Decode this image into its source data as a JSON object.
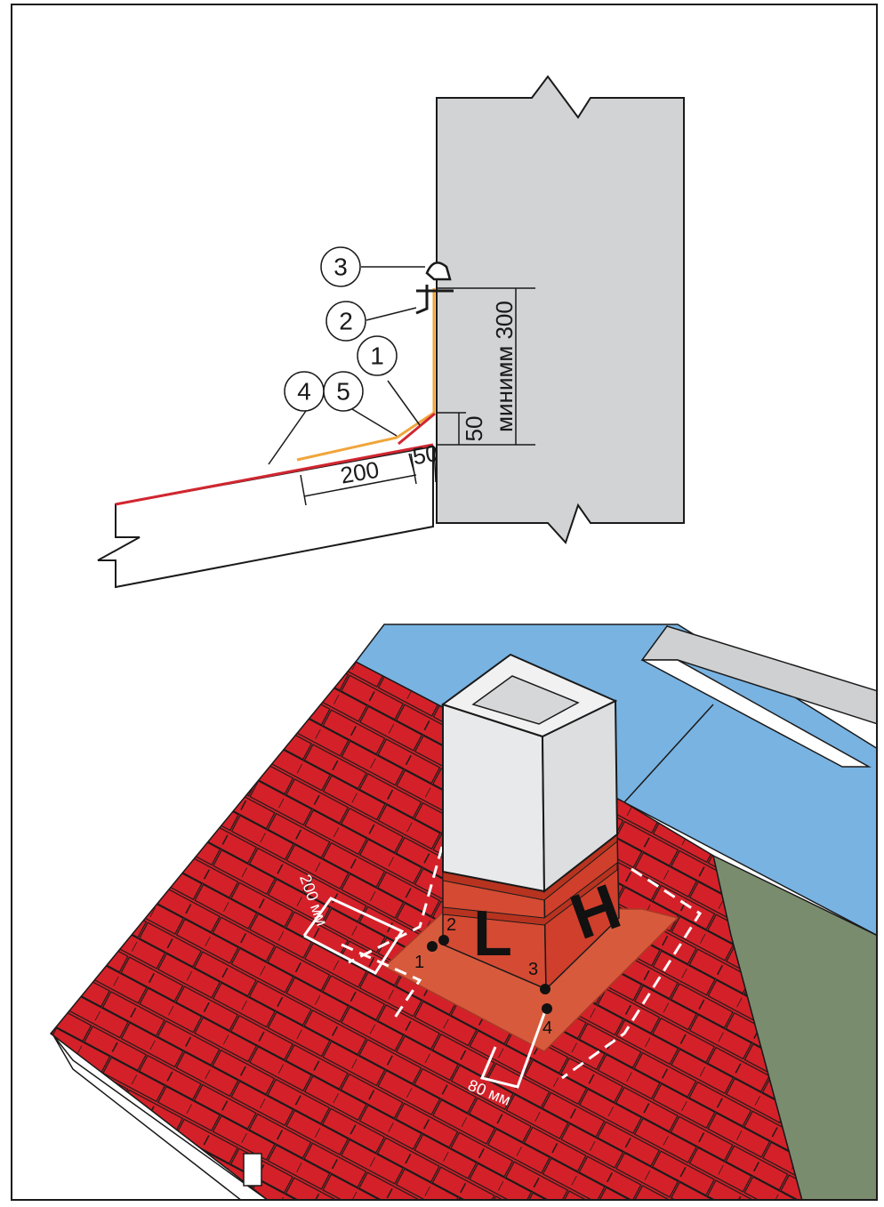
{
  "top_diagram": {
    "callouts": [
      "1",
      "2",
      "3",
      "4",
      "5"
    ],
    "dimensions": {
      "wall_height": "минимм 300",
      "vertical_gap": "50",
      "horizontal_overlap": "200",
      "corner_offset": "50"
    }
  },
  "bottom_diagram": {
    "face_labels": {
      "left": "L",
      "front": "H"
    },
    "points": [
      "1",
      "2",
      "3",
      "4"
    ],
    "dimensions": {
      "side_offset": "200 мм",
      "front_offset": "80 мм"
    },
    "colors": {
      "shingles": "#d42129",
      "underlay_blue": "#78b3e2",
      "underlay_green": "#7a8c6e",
      "apron": "#d85a3c",
      "chimney": "#e8e9ea"
    }
  }
}
